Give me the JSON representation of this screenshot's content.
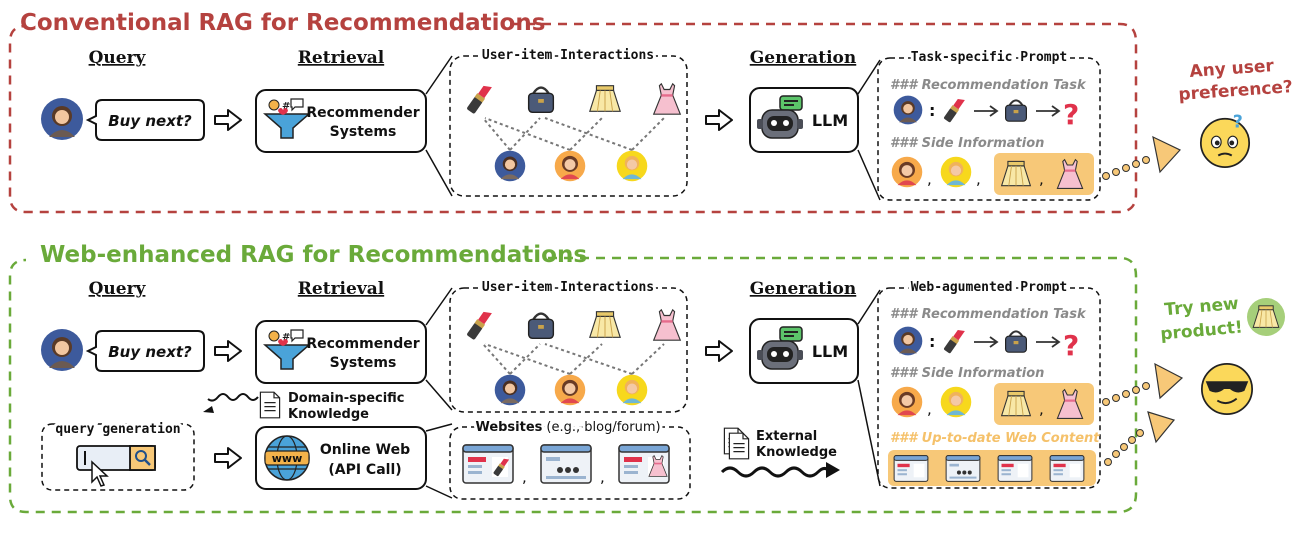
{
  "colors": {
    "conventional": "#b5423f",
    "web": "#6aaa3a",
    "accent_orange": "#f7c878",
    "prompt_heading": "#8a8a8a",
    "web_content_heading": "#f5c16a",
    "question_mark": "#e0324b"
  },
  "conventional": {
    "title": "Conventional RAG for Recommendations",
    "query_heading": "Query",
    "retrieval_heading": "Retrieval",
    "generation_heading": "Generation",
    "query_bubble": "Buy next?",
    "recommender_line1": "Recommender",
    "recommender_line2": "Systems",
    "interactions_title": "User-item Interactions",
    "llm_label": "LLM",
    "prompt_title": "Task-specific Prompt",
    "prompt_task_heading": "### Recommendation Task",
    "prompt_side_heading": "### Side Information",
    "side_comma_1": ",",
    "side_comma_2": ",",
    "side_comma_3": ",",
    "colon": ":",
    "note_line1": "Any user",
    "note_line2": "preference?"
  },
  "web": {
    "title": "Web-enhanced RAG for Recommendations",
    "query_heading": "Query",
    "retrieval_heading": "Retrieval",
    "generation_heading": "Generation",
    "query_bubble": "Buy next?",
    "recommender_line1": "Recommender",
    "recommender_line2": "Systems",
    "interactions_title": "User-item Interactions",
    "domain_knowledge_line1": "Domain-specific",
    "domain_knowledge_line2": "Knowledge",
    "query_generation_label": "query generation",
    "online_web_line1": "Online Web",
    "online_web_line2": "(API Call)",
    "websites_title_bold": "Websites",
    "websites_title_rest": "(e.g., blog/forum)",
    "websites_comma": ",",
    "external_line1": "External",
    "external_line2": "Knowledge",
    "www_label": "www",
    "llm_label": "LLM",
    "prompt_title": "Web-agumented Prompt",
    "prompt_task_heading": "### Recommendation Task",
    "prompt_side_heading": "### Side Information",
    "prompt_web_heading": "### Up-to-date Web Content",
    "colon": ":",
    "side_comma_1": ",",
    "side_comma_2": ",",
    "note_line1": "Try new",
    "note_line2": "product!"
  }
}
